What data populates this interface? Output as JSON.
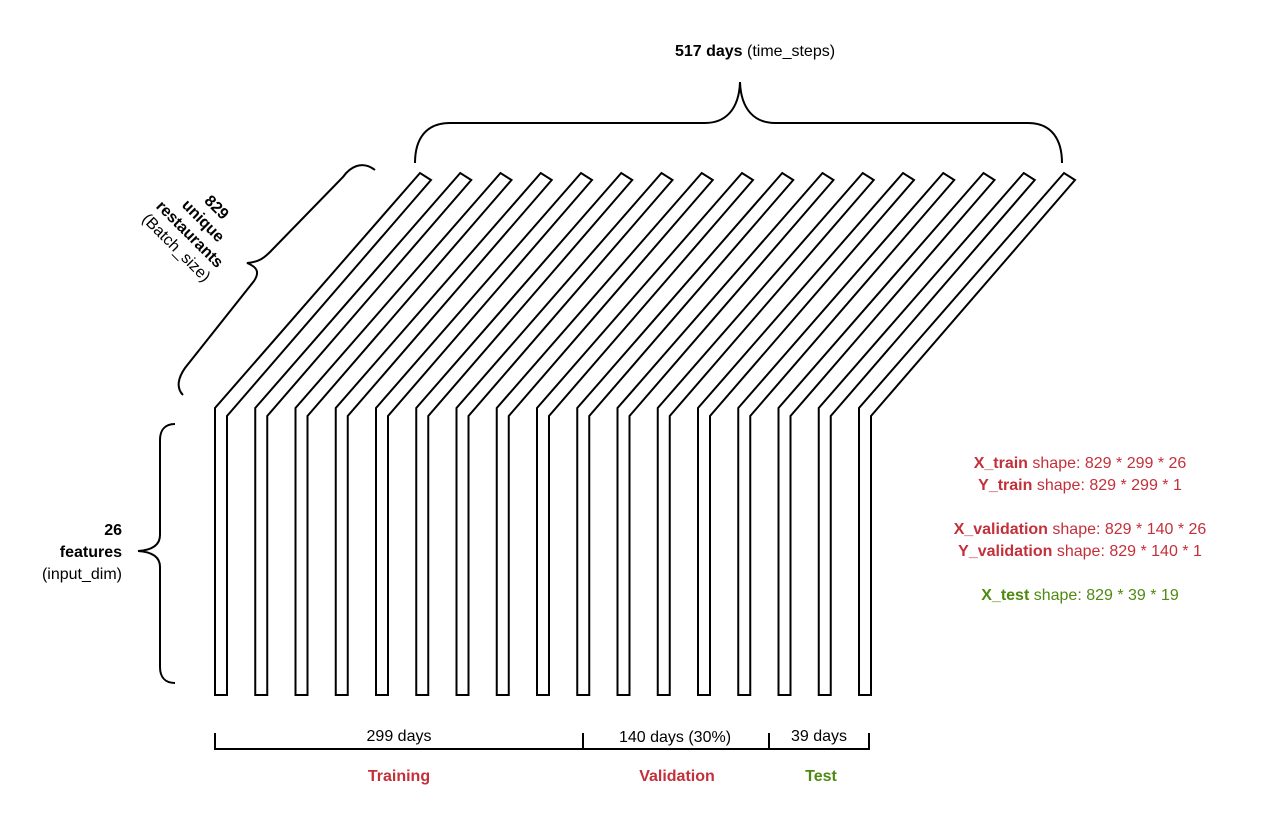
{
  "top_brace": {
    "bold": "517 days",
    "rest": "(time_steps)"
  },
  "depth_brace": {
    "line1": "829",
    "line2": "unique",
    "line3": "restaurants",
    "line4": "(Batch_size)"
  },
  "features_brace": {
    "line1": "26",
    "line2": "features",
    "line3": "(input_dim)"
  },
  "split": {
    "training_days": "299 days",
    "validation_days": "140 days (30%)",
    "test_days": "39 days",
    "training_label": "Training",
    "validation_label": "Validation",
    "test_label": "Test"
  },
  "shapes": {
    "x_train": {
      "name": "X_train",
      "text": "shape: 829 * 299 * 26"
    },
    "y_train": {
      "name": "Y_train",
      "text": "shape: 829 * 299 * 1"
    },
    "x_validation": {
      "name": "X_validation",
      "text": "shape: 829 * 140 * 26"
    },
    "y_validation": {
      "name": "Y_validation",
      "text": "shape: 829 * 140 * 1"
    },
    "x_test": {
      "name": "X_test",
      "text": "shape: 829 * 39 * 19"
    }
  },
  "slab_count": 17,
  "colors": {
    "red": "#c4303a",
    "green": "#4f8a10",
    "stroke": "#000000"
  }
}
